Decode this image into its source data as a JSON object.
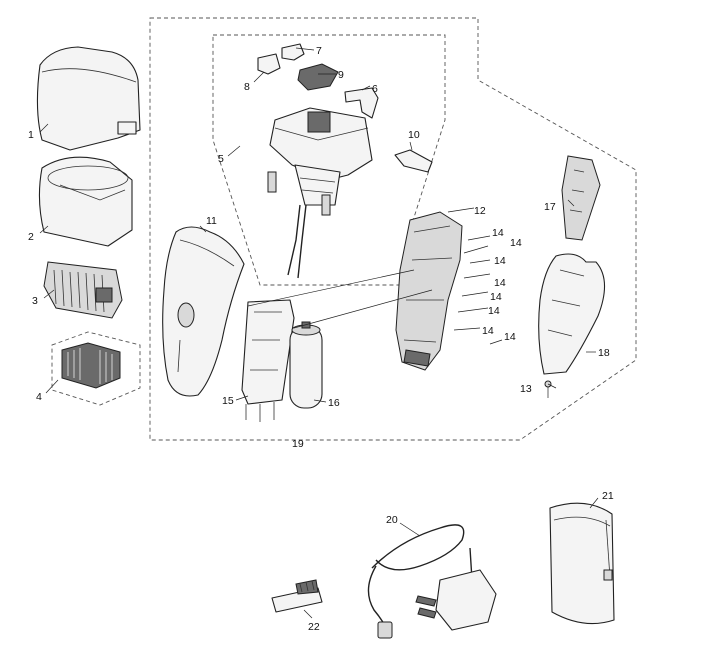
{
  "parts": [
    {
      "id": "1",
      "label": "1"
    },
    {
      "id": "2",
      "label": "2"
    },
    {
      "id": "3",
      "label": "3"
    },
    {
      "id": "4",
      "label": "4"
    },
    {
      "id": "5",
      "label": "5"
    },
    {
      "id": "6",
      "label": "6"
    },
    {
      "id": "7",
      "label": "7"
    },
    {
      "id": "8",
      "label": "8"
    },
    {
      "id": "9",
      "label": "9"
    },
    {
      "id": "10",
      "label": "10"
    },
    {
      "id": "11",
      "label": "11"
    },
    {
      "id": "12",
      "label": "12"
    },
    {
      "id": "13",
      "label": "13"
    },
    {
      "id": "14",
      "label": "14"
    },
    {
      "id": "15",
      "label": "15"
    },
    {
      "id": "16",
      "label": "16"
    },
    {
      "id": "17",
      "label": "17"
    },
    {
      "id": "18",
      "label": "18"
    },
    {
      "id": "19",
      "label": "19"
    },
    {
      "id": "20",
      "label": "20"
    },
    {
      "id": "21",
      "label": "21"
    },
    {
      "id": "22",
      "label": "22"
    }
  ]
}
